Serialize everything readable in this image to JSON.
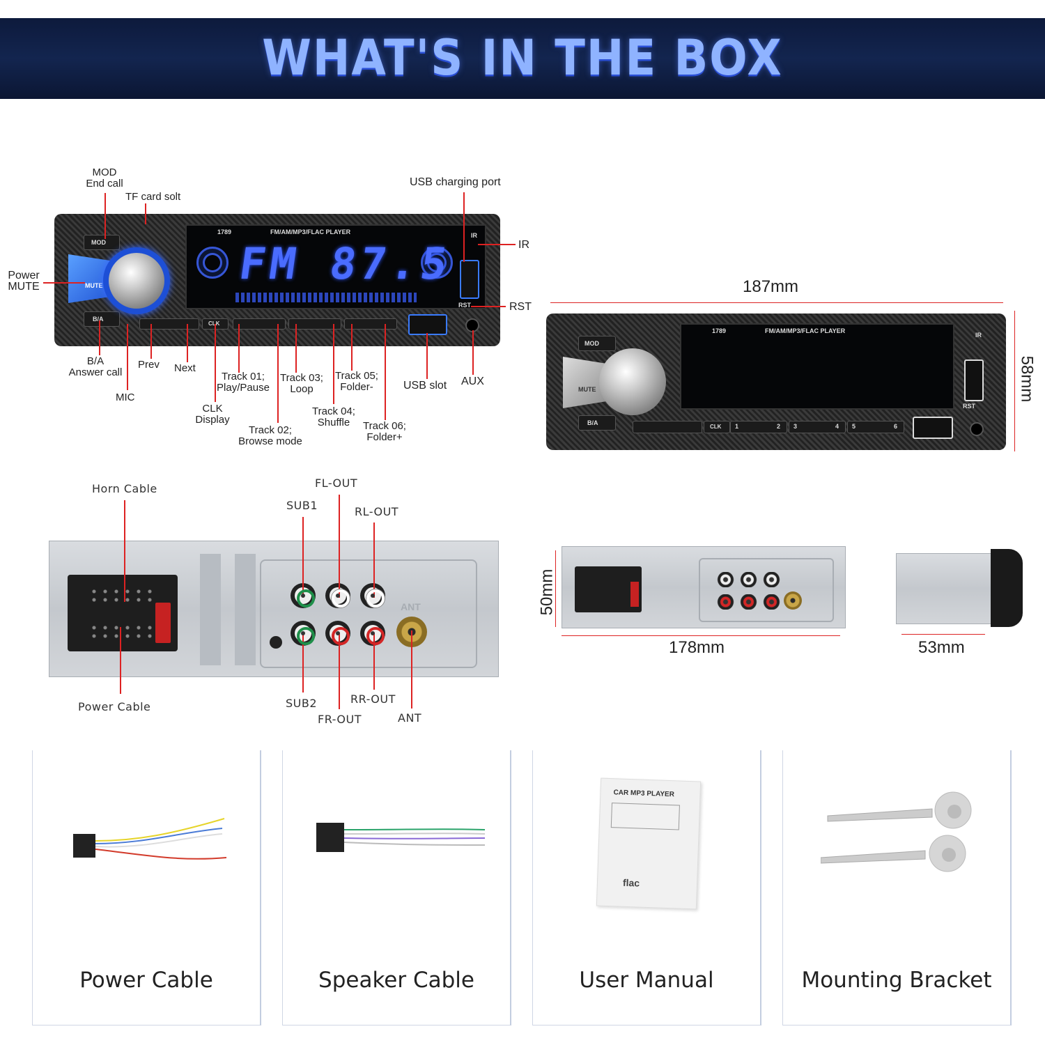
{
  "banner": {
    "title": "WHAT'S IN THE BOX"
  },
  "front": {
    "model": "1789",
    "player_label": "FM/AM/MP3/FLAC  PLAYER",
    "display_text": "FM  87.5",
    "btn_mod": "MOD",
    "btn_mute": "MUTE",
    "btn_ba": "B/A",
    "btn_clk": "CLK",
    "key_1": "1",
    "key_2": "2",
    "key_3": "3",
    "key_4": "4",
    "key_5": "5",
    "key_6": "6",
    "ir": "IR",
    "rst": "RST"
  },
  "callouts": {
    "mod_line1": "MOD",
    "mod_line2": "End call",
    "tf_card": "TF card solt",
    "usb_charging": "USB charging port",
    "ir": "IR",
    "rst": "RST",
    "power_line1": "Power",
    "power_line2": "MUTE",
    "ba_line1": "B/A",
    "ba_line2": "Answer call",
    "mic": "MIC",
    "prev": "Prev",
    "next": "Next",
    "clk_line1": "CLK",
    "clk_line2": "Display",
    "track01_line1": "Track 01;",
    "track01_line2": "Play/Pause",
    "track02_line1": "Track 02;",
    "track02_line2": "Browse mode",
    "track03_line1": "Track 03;",
    "track03_line2": "Loop",
    "track04_line1": "Track 04;",
    "track04_line2": "Shuffle",
    "track05_line1": "Track 05;",
    "track05_line2": "Folder-",
    "track06_line1": "Track 06;",
    "track06_line2": "Folder+",
    "usb_slot": "USB slot",
    "aux": "AUX"
  },
  "dimensions": {
    "width_front": "187mm",
    "height_front": "58mm",
    "height_back": "50mm",
    "width_back": "178mm",
    "depth": "53mm"
  },
  "back_callouts": {
    "horn_cable": "Horn Cable",
    "power_cable": "Power Cable",
    "fl_out": "FL-OUT",
    "sub1": "SUB1",
    "rl_out": "RL-OUT",
    "sub2": "SUB2",
    "rr_out": "RR-OUT",
    "fr_out": "FR-OUT",
    "ant": "ANT",
    "ant_mark": "ANT"
  },
  "manual": {
    "title": "CAR MP3 PLAYER",
    "flac": "flac"
  },
  "box_items": [
    {
      "label": "Power Cable"
    },
    {
      "label": "Speaker Cable"
    },
    {
      "label": "User Manual"
    },
    {
      "label": "Mounting Bracket"
    }
  ],
  "colors": {
    "banner_bg": "#0d1a3c",
    "banner_text": "#8fb3ff",
    "lcd_blue": "#4a6cff",
    "callout_red": "#dd2222"
  }
}
